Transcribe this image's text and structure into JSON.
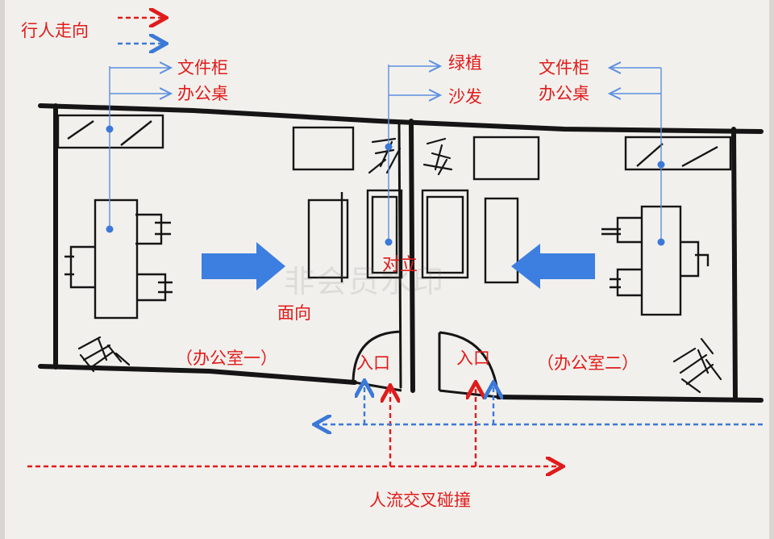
{
  "legend": {
    "label": "行人走向"
  },
  "callouts": {
    "left": {
      "cabinet": "文件柜",
      "desk": "办公桌"
    },
    "middle": {
      "plant": "绿植",
      "sofa": "沙发"
    },
    "right": {
      "cabinet": "文件柜",
      "desk": "办公桌"
    }
  },
  "annotations": {
    "facing": "面向",
    "opposed": "对立",
    "office1": "（办公室一）",
    "office2": "（办公室二）",
    "entrance_left": "入口",
    "entrance_right": "入口",
    "flow_collision": "人流交叉碰撞"
  },
  "watermark": "非会员水印",
  "colors": {
    "red": "#e01b1b",
    "blue": "#3b79d8",
    "ink": "#151515",
    "arrow_fill": "#3d7fe0"
  }
}
